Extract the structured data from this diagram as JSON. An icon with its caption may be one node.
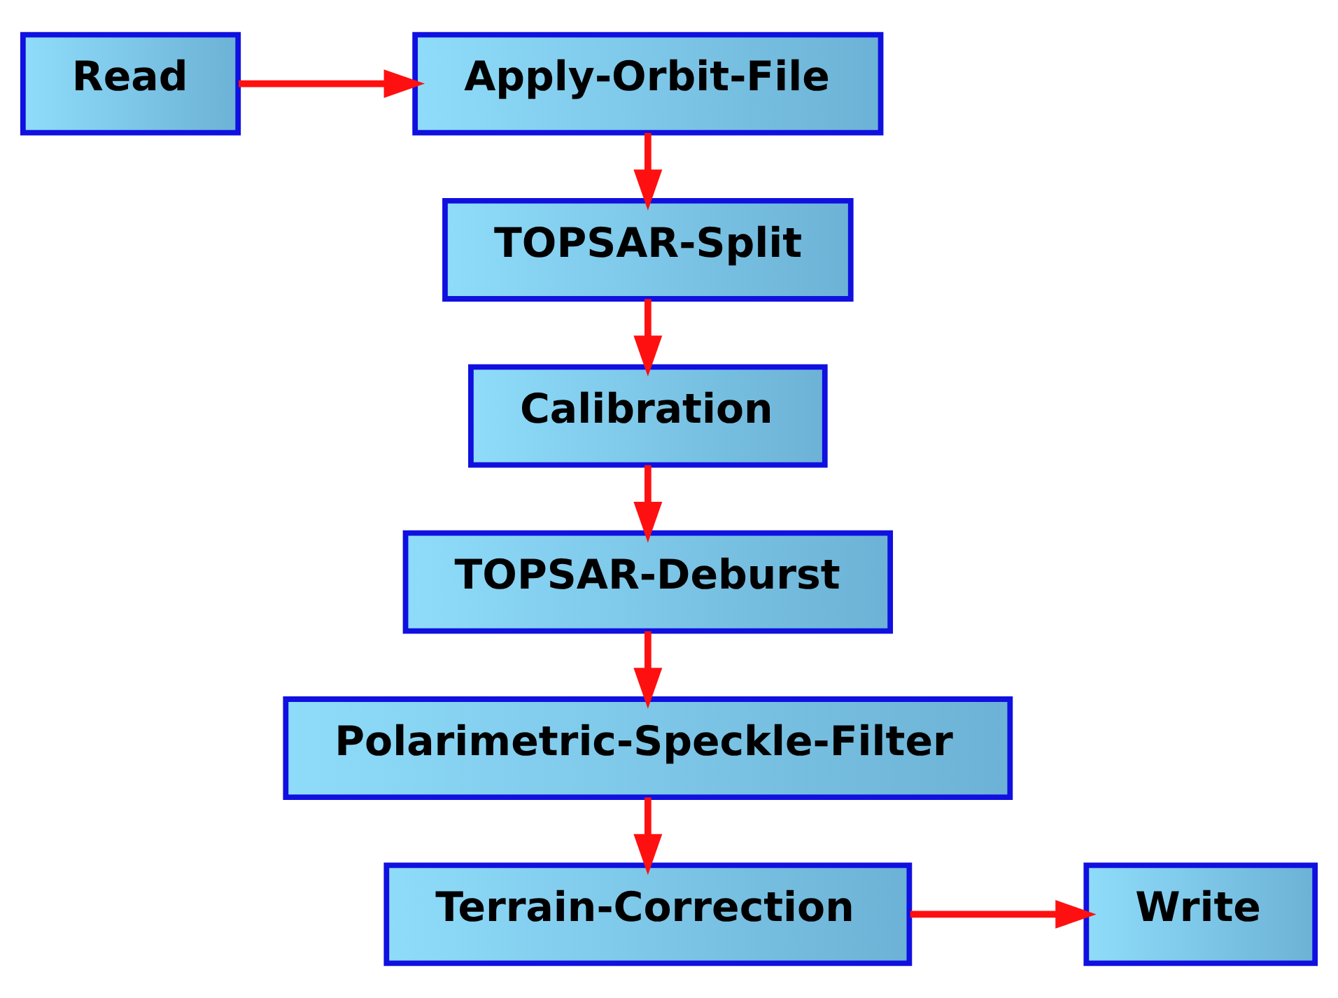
{
  "diagram": {
    "nodes": [
      {
        "text": [
          "Read"
        ]
      },
      {
        "text": [
          "Apply-Orbit-File"
        ]
      },
      {
        "text": [
          "TOPSAR-Split"
        ]
      },
      {
        "text": [
          "Calibration"
        ]
      },
      {
        "text": [
          "TOPSAR-Deburst"
        ]
      },
      {
        "text": [
          "Polarimetric-Speckle-Filter"
        ]
      },
      {
        "text": [
          "Terrain-Correction"
        ]
      },
      {
        "text": [
          "Write"
        ]
      }
    ],
    "edges": [
      {
        "from": 0,
        "to": 1,
        "arrow": "to"
      },
      {
        "from": 1,
        "to": 2,
        "arrow": "to"
      },
      {
        "from": 2,
        "to": 3,
        "arrow": "to"
      },
      {
        "from": 3,
        "to": 4,
        "arrow": "to"
      },
      {
        "from": 4,
        "to": 5,
        "arrow": "to"
      },
      {
        "from": 5,
        "to": 6,
        "arrow": "to"
      },
      {
        "from": 6,
        "to": 7,
        "arrow": "to"
      }
    ]
  }
}
